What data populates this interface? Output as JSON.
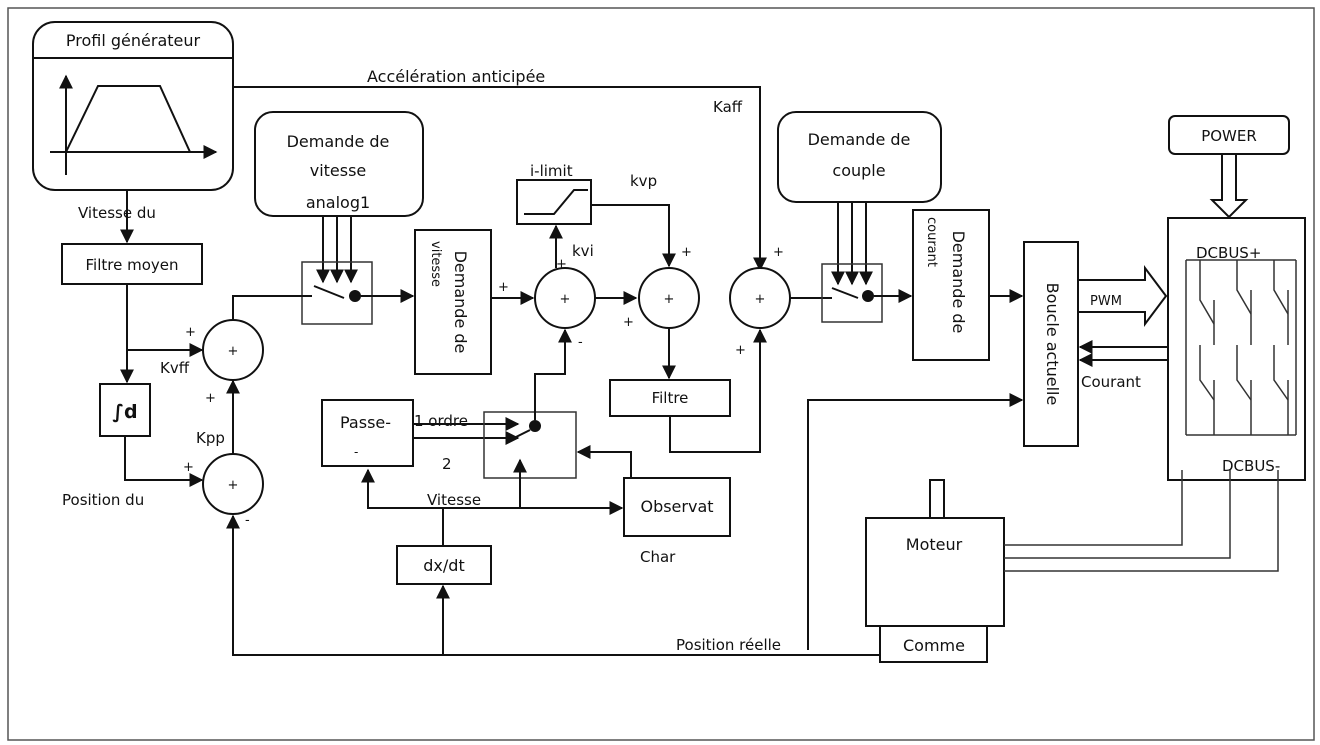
{
  "blocks": {
    "profile_generator": "Profil générateur",
    "speed_demand": [
      "Demande de",
      "vitesse",
      "analog1"
    ],
    "torque_demand": [
      "Demande de",
      "couple"
    ],
    "power": "POWER",
    "mean_filter": "Filtre moyen",
    "integrator": "∫d",
    "speed_demand_vertical": "Demande de",
    "speed_demand_vertical_cut": "vitesse",
    "torque_demand_vertical": "Demande de",
    "torque_demand_vertical_cut": "courant",
    "current_loop": "Boucle actuelle",
    "filter": "Filtre",
    "lowpass": "Passe-",
    "lowpass_cut": "-",
    "observer": "Observat",
    "derivative": "dx/dt",
    "motor": "Moteur",
    "encoder": "Comme",
    "i_limit": "i-limit"
  },
  "labels": {
    "feedforward_accel": "Accélération anticipée",
    "kaff": "Kaff",
    "vitesse_du": "Vitesse du",
    "position_du": "Position du",
    "kvff": "Kvff",
    "kpp": "Kpp",
    "kvp": "kvp",
    "kvi": "kvi",
    "order1": "1 ordre",
    "order2": "2",
    "vitesse": "Vitesse",
    "char": "Char",
    "position_reelle": "Position réelle",
    "courant": "Courant",
    "pwm": "PWM",
    "dcbus_plus": "DCBUS+",
    "dcbus_minus": "DCBUS-"
  },
  "signs": {
    "plus": "+",
    "minus": "-"
  }
}
